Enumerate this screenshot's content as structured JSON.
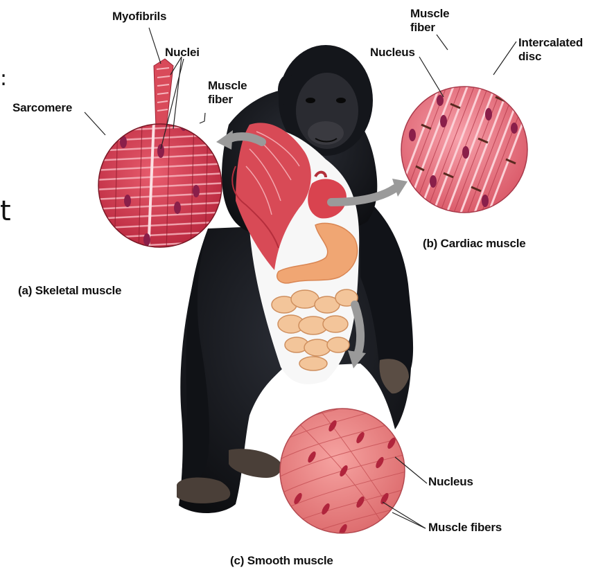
{
  "labels": {
    "myofibrils": "Myofibrils",
    "nuclei": "Nuclei",
    "muscle_fiber_skeletal": "Muscle\nfiber",
    "sarcomere": "Sarcomere",
    "skeletal_caption": "(a) Skeletal muscle",
    "muscle_fiber_cardiac": "Muscle\nfiber",
    "nucleus_cardiac": "Nucleus",
    "intercalated_disc": "Intercalated\ndisc",
    "cardiac_caption": "(b) Cardiac muscle",
    "nucleus_smooth": "Nucleus",
    "muscle_fibers_smooth": "Muscle fibers",
    "smooth_caption": "(c) Smooth muscle"
  },
  "edge_text": {
    "left_top": ":",
    "left_bottom": "t"
  },
  "colors": {
    "skeletal_fill": "#d9475a",
    "cardiac_fill": "#f08592",
    "smooth_fill": "#ef8a8a",
    "nucleus": "#8a1f4a",
    "fur": "#15171c",
    "chest": "#f4f4f4",
    "arrow": "#9a9a9a"
  }
}
